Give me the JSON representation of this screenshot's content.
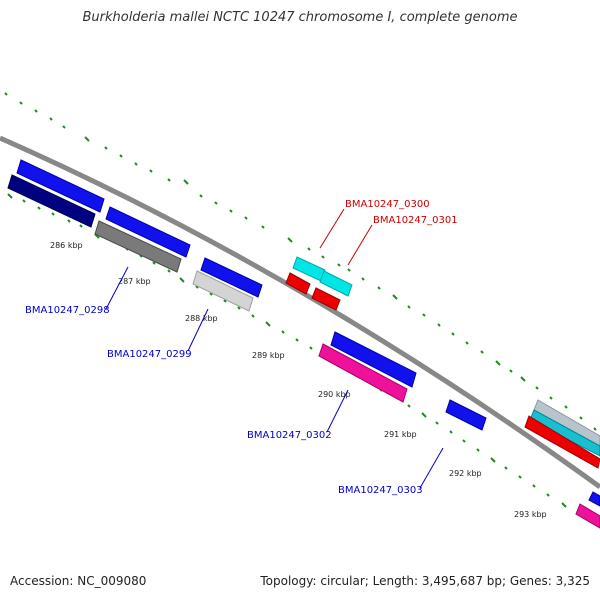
{
  "title": "Burkholderia mallei NCTC 10247 chromosome I, complete genome",
  "footer": {
    "accession": "Accession: NC_009080",
    "topology": "Topology: circular; Length: 3,495,687 bp; Genes: 3,325"
  },
  "tick_labels": [
    "286 kbp",
    "287 kbp",
    "288 kbp",
    "289 kbp",
    "290 kbp",
    "291 kbp",
    "292 kbp",
    "293 kbp"
  ],
  "gene_labels": {
    "g0298": "BMA10247_0298",
    "g0299": "BMA10247_0299",
    "g0300": "BMA10247_0300",
    "g0301": "BMA10247_0301",
    "g0302": "BMA10247_0302",
    "g0303": "BMA10247_0303"
  },
  "colors": {
    "blue": "#0000ee",
    "navy": "#000080",
    "gray": "#808080",
    "lightgray": "#c8c8c8",
    "cyan": "#00e5e5",
    "red": "#ee0000",
    "pink": "#ee1199",
    "tick_green": "#228822",
    "backbone": "#888888",
    "label_red": "#cc0000",
    "label_blue": "#0000cc"
  }
}
